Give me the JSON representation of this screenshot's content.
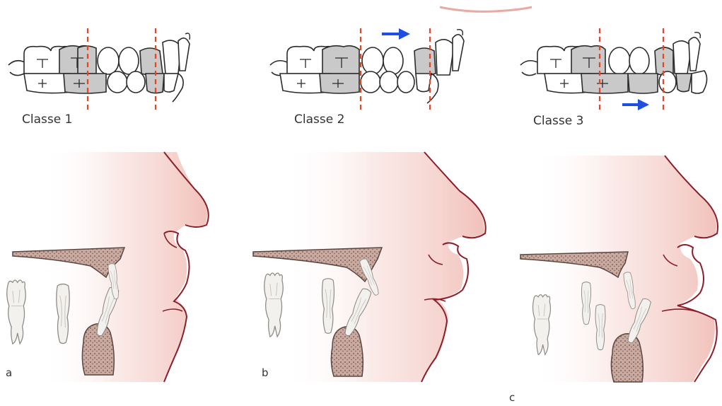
{
  "panels": [
    {
      "class_label": "Classe 1",
      "letter": "a"
    },
    {
      "class_label": "Classe 2",
      "letter": "b"
    },
    {
      "class_label": "Classe 3",
      "letter": "c"
    }
  ],
  "colors": {
    "tooth_fill": "#ffffff",
    "molar_fill": "#c9c9c9",
    "outline": "#2b2b2b",
    "occlusion_line": "#e0472c",
    "arrow": "#1f4fe0",
    "skin": "#f4c9c4",
    "profile_line": "#8a1f2a",
    "bone": "#b89a90"
  },
  "icons": {
    "arrow_class2": "right-arrow-icon",
    "arrow_class3": "right-arrow-icon"
  }
}
